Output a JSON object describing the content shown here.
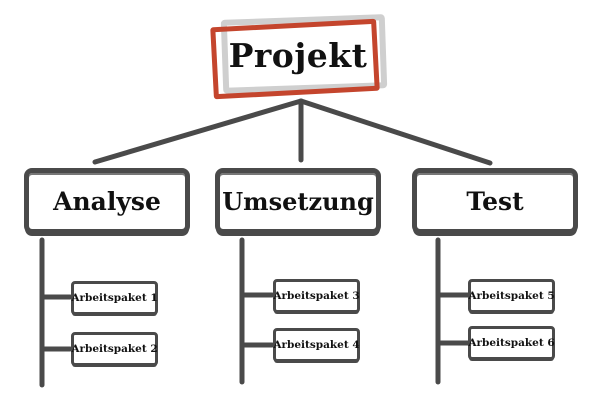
{
  "diagram": {
    "type": "work-breakdown-structure",
    "colors": {
      "line": "#4a4a4a",
      "root_accent": "#c4452d",
      "root_secondary": "#cfcfcf",
      "text": "#111111"
    },
    "root": {
      "label": "Projekt"
    },
    "phases": [
      {
        "label": "Analyse",
        "work_packages": [
          "Arbeitspaket 1",
          "Arbeitspaket 2"
        ]
      },
      {
        "label": "Umsetzung",
        "work_packages": [
          "Arbeitspaket 3",
          "Arbeitspaket 4"
        ]
      },
      {
        "label": "Test",
        "work_packages": [
          "Arbeitspaket 5",
          "Arbeitspaket 6"
        ]
      }
    ]
  }
}
